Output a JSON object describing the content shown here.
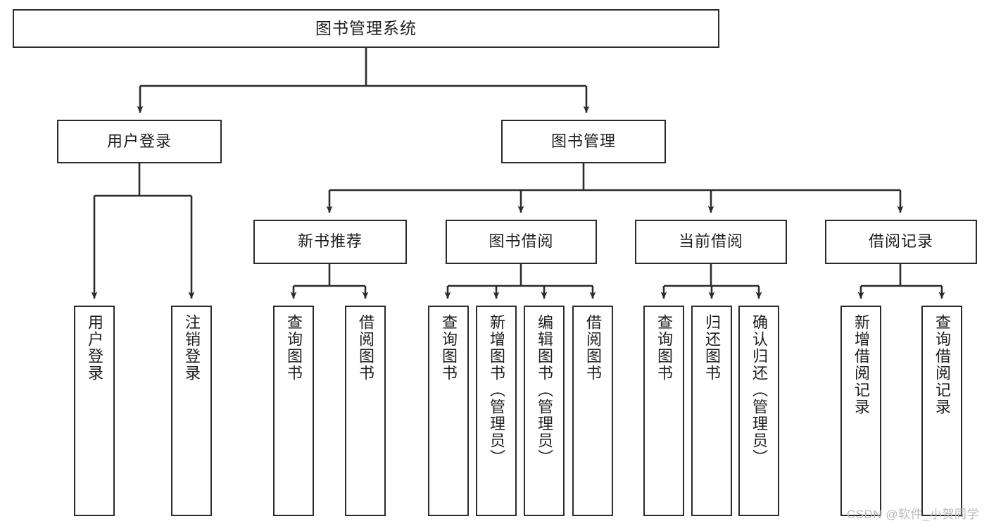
{
  "diagram": {
    "title": "图书管理系统",
    "type": "tree",
    "root": {
      "label": "图书管理系统"
    },
    "level2": [
      {
        "id": "user-login",
        "label": "用户登录"
      },
      {
        "id": "book-management",
        "label": "图书管理"
      }
    ],
    "level3": [
      {
        "id": "new-book-recommend",
        "label": "新书推荐",
        "parent": "book-management"
      },
      {
        "id": "book-borrow",
        "label": "图书借阅",
        "parent": "book-management"
      },
      {
        "id": "current-borrow",
        "label": "当前借阅",
        "parent": "book-management"
      },
      {
        "id": "borrow-record",
        "label": "借阅记录",
        "parent": "book-management"
      }
    ],
    "leaves": [
      {
        "id": "leaf-user-login",
        "label": "用户登录",
        "parent": "user-login"
      },
      {
        "id": "leaf-logout",
        "label": "注销登录",
        "parent": "user-login"
      },
      {
        "id": "leaf-query-book-1",
        "label": "查询图书",
        "parent": "new-book-recommend"
      },
      {
        "id": "leaf-borrow-book-1",
        "label": "借阅图书",
        "parent": "new-book-recommend"
      },
      {
        "id": "leaf-query-book-2",
        "label": "查询图书",
        "parent": "book-borrow"
      },
      {
        "id": "leaf-add-book",
        "label": "新增图书（管理员）",
        "parent": "book-borrow"
      },
      {
        "id": "leaf-edit-book",
        "label": "编辑图书（管理员）",
        "parent": "book-borrow"
      },
      {
        "id": "leaf-borrow-book-2",
        "label": "借阅图书",
        "parent": "book-borrow"
      },
      {
        "id": "leaf-query-book-3",
        "label": "查询图书",
        "parent": "current-borrow"
      },
      {
        "id": "leaf-return-book",
        "label": "归还图书",
        "parent": "current-borrow"
      },
      {
        "id": "leaf-confirm-return",
        "label": "确认归还（管理员）",
        "parent": "current-borrow"
      },
      {
        "id": "leaf-add-record",
        "label": "新增借阅记录",
        "parent": "borrow-record"
      },
      {
        "id": "leaf-query-record",
        "label": "查询借阅记录",
        "parent": "borrow-record"
      }
    ]
  },
  "watermark": {
    "text": "CSDN @软件_小贺同学"
  },
  "colors": {
    "stroke": "#2b2b2b",
    "text": "#1d1d1d",
    "background": "#ffffff",
    "watermark": "#b9b9b9"
  }
}
